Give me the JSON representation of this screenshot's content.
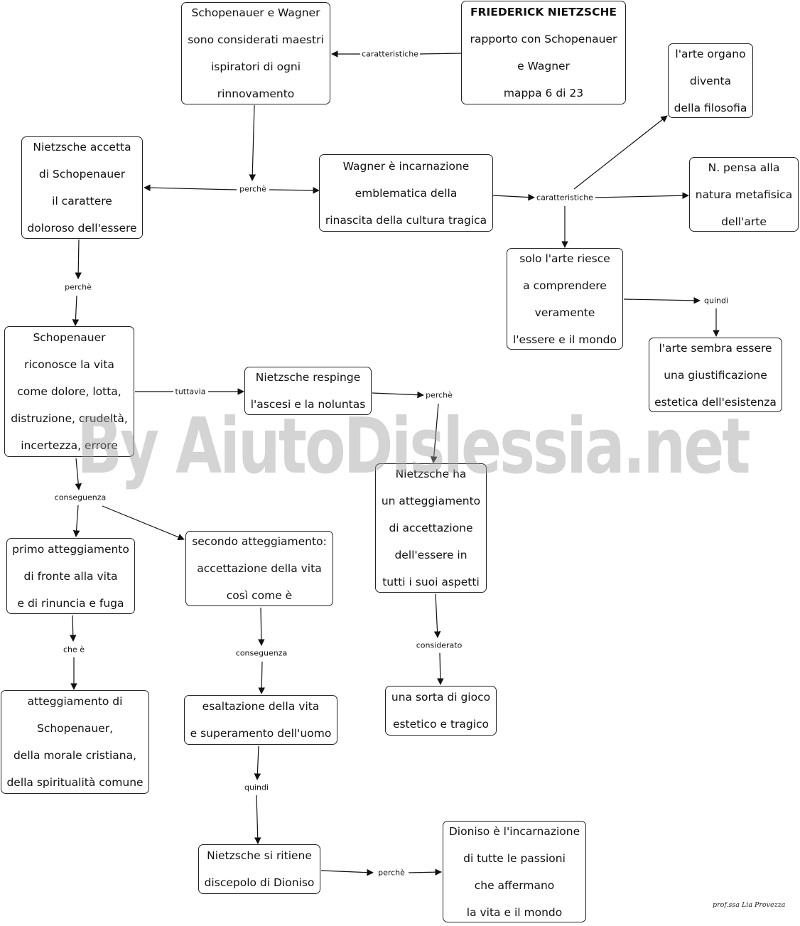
{
  "nodes": [
    {
      "id": "n_title",
      "lines": [
        "FRIEDERICK NIETZSCHE",
        "rapporto con Schopenauer",
        "e Wagner",
        "mappa 6 di 23"
      ],
      "bold_first": true
    },
    {
      "id": "n_maestri",
      "lines": [
        "Schopenauer e Wagner",
        "sono considerati maestri",
        "ispiratori di ogni",
        "rinnovamento"
      ]
    },
    {
      "id": "n_accetta",
      "lines": [
        "Nietzsche accetta",
        "di Schopenauer",
        "il carattere",
        "doloroso dell'essere"
      ]
    },
    {
      "id": "n_wagner",
      "lines": [
        "Wagner  è incarnazione",
        "emblematica della",
        "rinascita della cultura tragica"
      ]
    },
    {
      "id": "n_organo",
      "lines": [
        "l'arte organo",
        "diventa",
        "della filosofia"
      ]
    },
    {
      "id": "n_metafisica",
      "lines": [
        "N. pensa alla",
        "natura metafisica",
        "dell'arte"
      ]
    },
    {
      "id": "n_solo_arte",
      "lines": [
        "solo l'arte riesce",
        "a comprendere",
        "veramente",
        "l'essere e il mondo"
      ]
    },
    {
      "id": "n_giustificazione",
      "lines": [
        "l'arte sembra essere",
        "una giustificazione",
        "estetica dell'esistenza"
      ]
    },
    {
      "id": "n_riconosce",
      "lines": [
        "Schopenauer",
        "riconosce la vita",
        "come dolore, lotta,",
        "distruzione, crudeltà,",
        "incertezza, errore"
      ]
    },
    {
      "id": "n_respinge",
      "lines": [
        "Nietzsche respinge",
        "l'ascesi e la noluntas"
      ]
    },
    {
      "id": "n_atteggiamento",
      "lines": [
        "Nietzsche ha",
        "un atteggiamento",
        "di accettazione",
        "dell'essere in",
        "tutti i suoi aspetti"
      ]
    },
    {
      "id": "n_primo",
      "lines": [
        "primo atteggiamento",
        "di fronte alla vita",
        "e di rinuncia e fuga"
      ]
    },
    {
      "id": "n_secondo",
      "lines": [
        "secondo atteggiamento:",
        "accettazione della vita",
        "così come è"
      ]
    },
    {
      "id": "n_gioco",
      "lines": [
        "una sorta di gioco",
        "estetico e tragico"
      ]
    },
    {
      "id": "n_atteggiamento_di",
      "lines": [
        "atteggiamento di",
        "Schopenauer,",
        "della morale cristiana,",
        "della spiritualità comune"
      ]
    },
    {
      "id": "n_esaltazione",
      "lines": [
        "esaltazione della vita",
        "e superamento dell'uomo"
      ]
    },
    {
      "id": "n_dioniso_discepolo",
      "lines": [
        "Nietzsche si ritiene",
        "discepolo di Dioniso"
      ]
    },
    {
      "id": "n_dioniso_incarnazione",
      "lines": [
        "Dioniso è l'incarnazione",
        "di tutte le passioni",
        "che affermano",
        "la vita e il mondo"
      ]
    }
  ],
  "link_labels": [
    {
      "id": "l_caratt1",
      "text": "caratteristiche"
    },
    {
      "id": "l_perche1",
      "text": "perchè"
    },
    {
      "id": "l_caratt2",
      "text": "caratteristiche"
    },
    {
      "id": "l_perche2",
      "text": "perchè"
    },
    {
      "id": "l_quindi1",
      "text": "quindi"
    },
    {
      "id": "l_tuttavia",
      "text": "tuttavia"
    },
    {
      "id": "l_perche3",
      "text": "perchè"
    },
    {
      "id": "l_conseguenza1",
      "text": "conseguenza"
    },
    {
      "id": "l_che_e",
      "text": "che è"
    },
    {
      "id": "l_conseguenza2",
      "text": "conseguenza"
    },
    {
      "id": "l_considerato",
      "text": "considerato"
    },
    {
      "id": "l_quindi2",
      "text": "quindi"
    },
    {
      "id": "l_perche4",
      "text": "perchè"
    }
  ],
  "watermark": "By AiutoDislessia.net",
  "signature": "prof.ssa Lia Provezza",
  "colors": {
    "line": "#111111",
    "watermark": "#a0a0a0"
  }
}
